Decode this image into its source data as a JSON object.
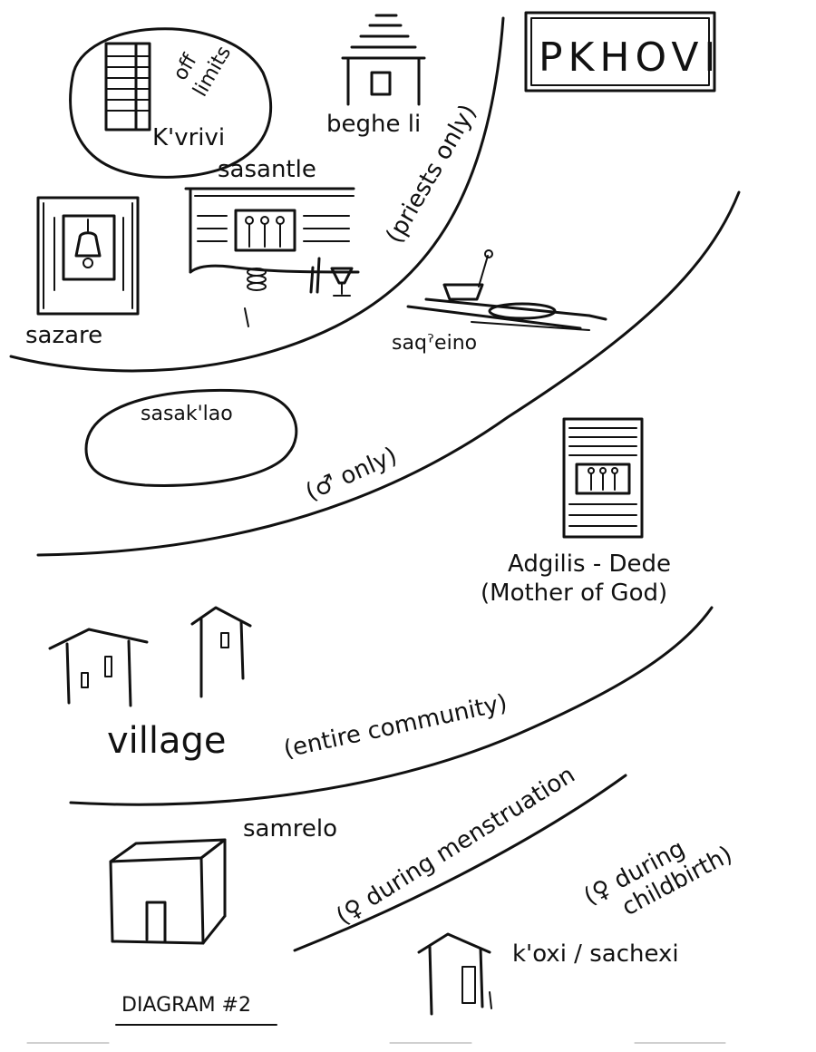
{
  "title": "PKHOVI",
  "zones": {
    "priests": {
      "label": "(priests only)",
      "places": {
        "kvrivi": "K'vrivi",
        "off_limits_line1": "off",
        "off_limits_line2": "limits",
        "begheli": "beghe li",
        "sasantle": "sasantle",
        "sazare": "sazare"
      }
    },
    "men": {
      "label": "(♂ only)",
      "places": {
        "saqeino": "saqˀeino",
        "sasaklao": "sasak'lao"
      }
    },
    "community": {
      "label": "(entire community)",
      "places": {
        "adgilis_dede_line1": "Adgilis - Dede",
        "adgilis_dede_line2": "(Mother of God)",
        "village": "village"
      }
    },
    "women": {
      "label_menstruation": "(♀ during menstruation",
      "label_childbirth_line1": "(♀ during",
      "label_childbirth_line2": "childbirth)",
      "places": {
        "samrelo": "samrelo",
        "koxi_sachexi": "k'oxi / sachexi"
      }
    }
  },
  "footer": "DIAGRAM #2"
}
